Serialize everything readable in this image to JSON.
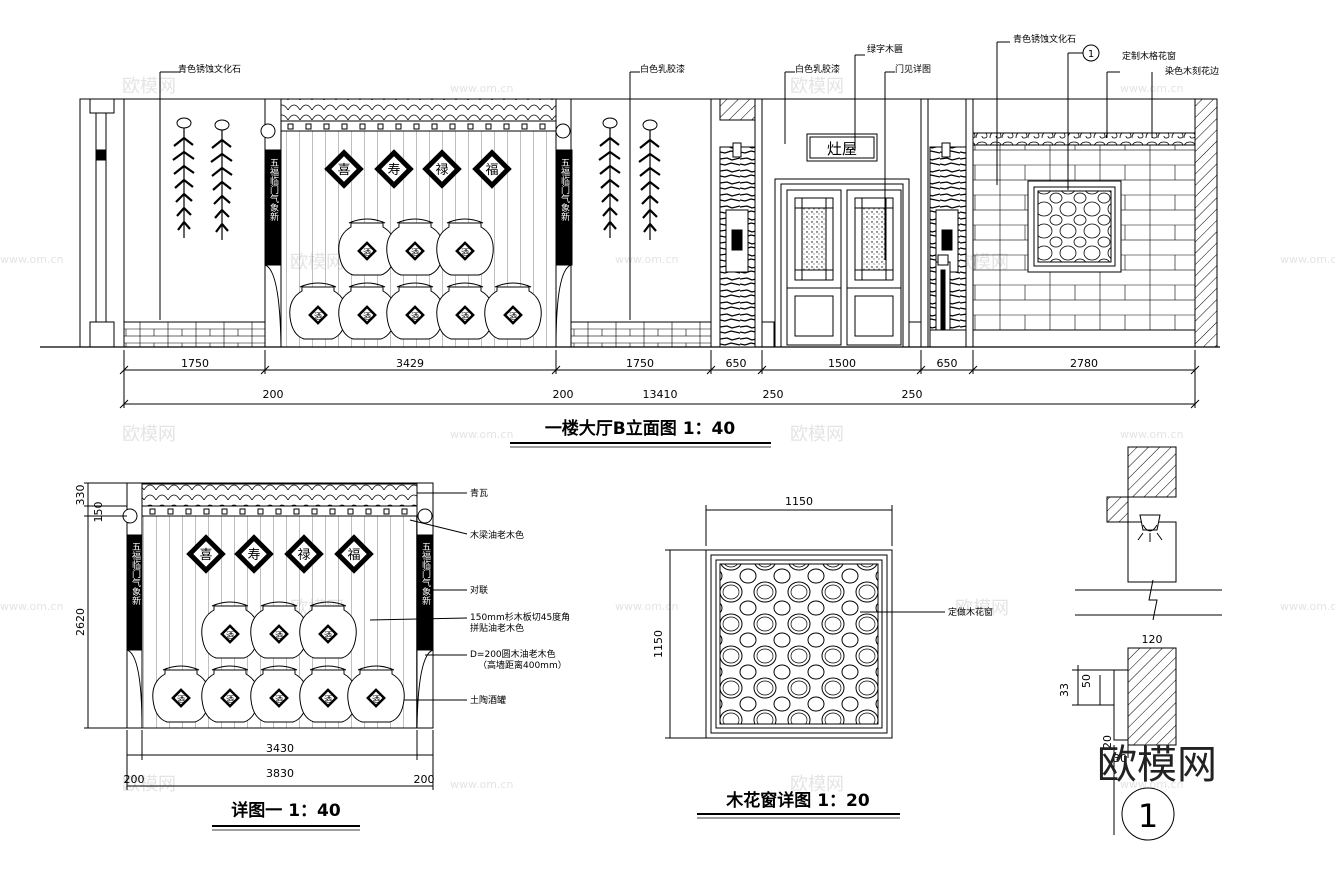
{
  "titles": {
    "elevation": "一楼大厅B立面图 1：40",
    "detail1": "详图一 1：40",
    "window": "木花窗详图 1：20"
  },
  "labels": {
    "stone1": "青色锈蚀文化石",
    "latex1": "白色乳胶漆",
    "latex2": "白色乳胶漆",
    "plaque": "绿字木匾",
    "door": "门见详图",
    "stone2": "青色锈蚀文化石",
    "callout": "1",
    "lattice": "定制木格花窗",
    "carved": "染色木刻花边",
    "sign": "灶屋",
    "tile": "青瓦",
    "beam": "木梁油老木色",
    "couplet": "对联",
    "plank1": "150mm杉木板切45度角",
    "plank2": "拼贴油老木色",
    "log1": "D=200圆木油老木色",
    "log2": "（高墙距离400mm）",
    "jars": "土陶酒罐",
    "custom_window": "定做木花窗",
    "section_no": "1"
  },
  "characters": {
    "diamonds": [
      "喜",
      "寿",
      "禄",
      "福"
    ],
    "jar": "酒",
    "couplet_left": "五福临门气象新",
    "couplet_right": "五福临门气象新"
  },
  "dims": {
    "elev_top": [
      "1750",
      "3429",
      "1750",
      "650",
      "1500",
      "650",
      "2780"
    ],
    "elev_bottom": [
      "200",
      "200",
      "13410",
      "250",
      "250"
    ],
    "det_left": [
      "330",
      "150",
      "2620"
    ],
    "det_bottom": [
      "3430",
      "3830",
      "200",
      "200"
    ],
    "win_top": "1150",
    "win_side": "1150",
    "sec": [
      "120",
      "50",
      "33",
      "20",
      "30"
    ]
  },
  "watermarks": {
    "brand": "欧模网",
    "site": "www.om.cn"
  }
}
